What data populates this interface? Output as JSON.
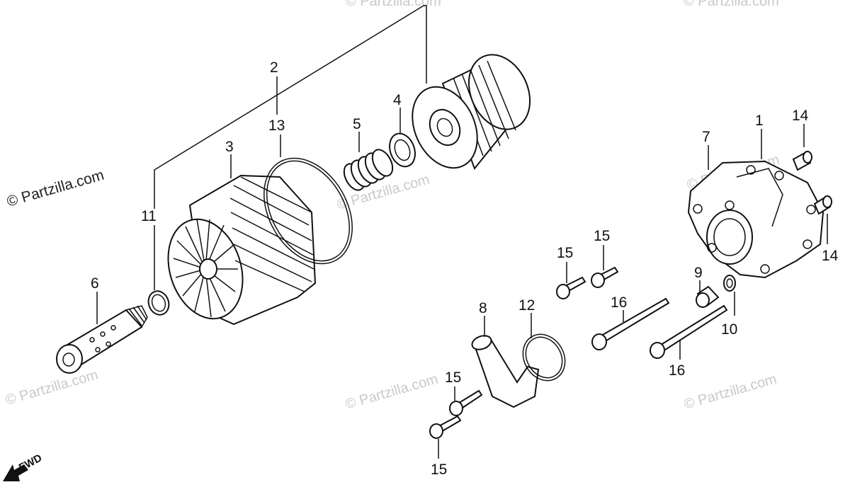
{
  "colors": {
    "line": "#111111",
    "watermark": "#c9c9c9",
    "background": "#ffffff"
  },
  "watermarks": {
    "main": "© Partzilla.com",
    "faint": [
      "© Partzilla.com",
      "© Partzilla.com",
      "© Partzilla.com",
      "© Partzilla.com",
      "© Partzilla.com",
      "© Partzilla.com",
      "© Partzilla.com"
    ]
  },
  "fwd_label": "FWD",
  "callouts": [
    {
      "id": "c1",
      "text": "1"
    },
    {
      "id": "c2",
      "text": "2"
    },
    {
      "id": "c3",
      "text": "3"
    },
    {
      "id": "c4",
      "text": "4"
    },
    {
      "id": "c5",
      "text": "5"
    },
    {
      "id": "c6",
      "text": "6"
    },
    {
      "id": "c7",
      "text": "7"
    },
    {
      "id": "c8",
      "text": "8"
    },
    {
      "id": "c9",
      "text": "9"
    },
    {
      "id": "c10",
      "text": "10"
    },
    {
      "id": "c11",
      "text": "11"
    },
    {
      "id": "c12",
      "text": "12"
    },
    {
      "id": "c13",
      "text": "13"
    },
    {
      "id": "c14a",
      "text": "14"
    },
    {
      "id": "c14b",
      "text": "14"
    },
    {
      "id": "c15a",
      "text": "15"
    },
    {
      "id": "c15b",
      "text": "15"
    },
    {
      "id": "c15c",
      "text": "15"
    },
    {
      "id": "c15d",
      "text": "15"
    },
    {
      "id": "c16a",
      "text": "16"
    },
    {
      "id": "c16b",
      "text": "16"
    }
  ]
}
